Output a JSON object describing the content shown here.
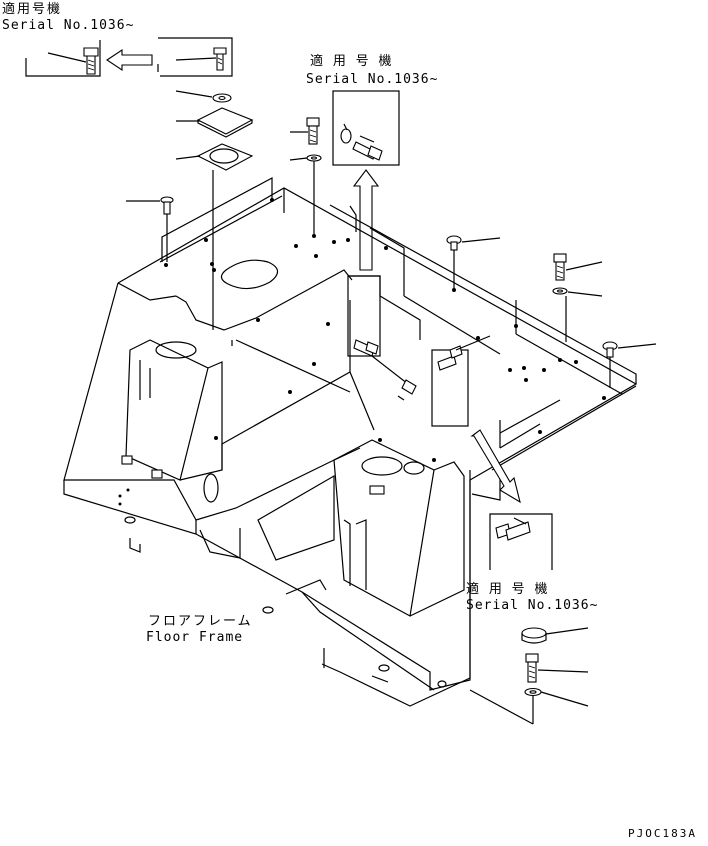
{
  "serial_notes": [
    {
      "jp": "適用号機",
      "serial": "Serial No.1036~"
    },
    {
      "jp": "適 用 号 機",
      "serial": "Serial No.1036~"
    },
    {
      "jp": "適 用 号 機",
      "serial": "Serial No.1036~"
    }
  ],
  "part_label": {
    "jp": "フロアフレーム",
    "en": "Floor Frame"
  },
  "drawing_code": "PJOC183A"
}
